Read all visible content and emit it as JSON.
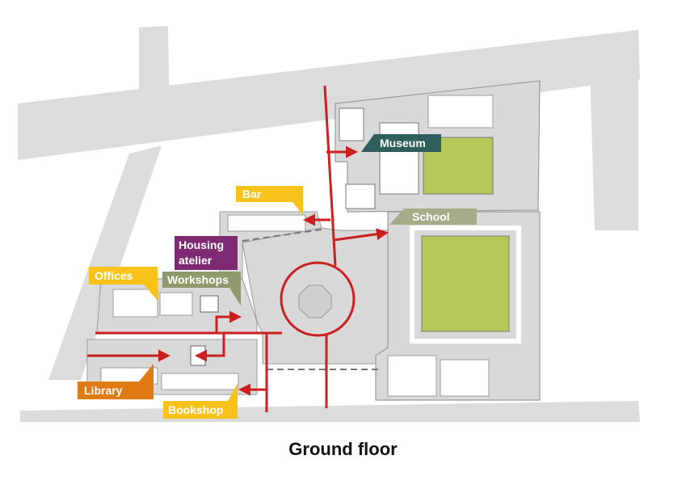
{
  "caption": "Ground floor",
  "colors": {
    "street": "#dcdcdc",
    "building": "#d9d9d9",
    "interior": "#ffffff",
    "courtyard": "#b4c95a",
    "circulation": "#cc1f1f",
    "museum": "#2f5f5c",
    "school": "#a7ab8a",
    "workshops": "#8f9a6c",
    "housing": "#7e2a73",
    "yellow_tag": "#f7c31a",
    "library": "#e07a12"
  },
  "labels": {
    "museum": "Museum",
    "school": "School",
    "bar": "Bar",
    "housing_line1": "Housing",
    "housing_line2": "atelier",
    "offices": "Offices",
    "workshops": "Workshops",
    "library": "Library",
    "bookshop": "Bookshop"
  }
}
